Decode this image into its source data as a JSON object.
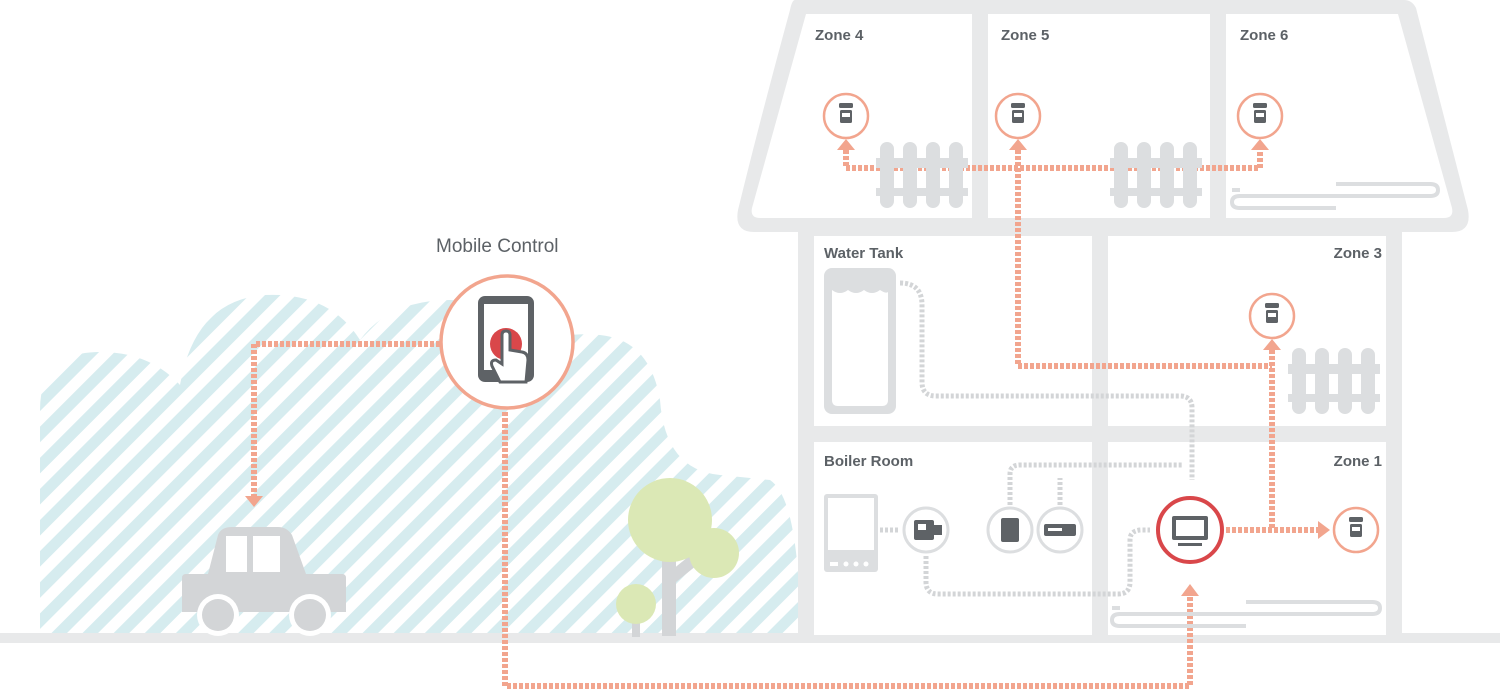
{
  "mobile_control": {
    "label": "Mobile Control"
  },
  "rooms": {
    "zone4": "Zone 4",
    "zone5": "Zone 5",
    "zone6": "Zone 6",
    "water_tank": "Water Tank",
    "zone3": "Zone 3",
    "boiler_room": "Boiler Room",
    "zone1": "Zone 1"
  },
  "colors": {
    "salmon": "#f2a58e",
    "accent_red": "#d9474a",
    "wall_grey": "#e8e9ea",
    "device_grey": "#5e6266",
    "stripe_blue": "#d6ecef",
    "tree_green": "#dbe8b5",
    "connector_grey": "#d3d5d7"
  },
  "icons": {
    "mobile": "smartphone-touch-icon",
    "thermostat": "thermostat-icon",
    "trv": "radiator-valve-icon",
    "radiator": "radiator-icon",
    "underfloor": "underfloor-heating-icon",
    "boiler": "boiler-icon",
    "receiver": "receiver-icon",
    "hub": "hub-icon",
    "car": "car-icon",
    "tree": "tree-icon",
    "tank": "water-tank-icon"
  }
}
